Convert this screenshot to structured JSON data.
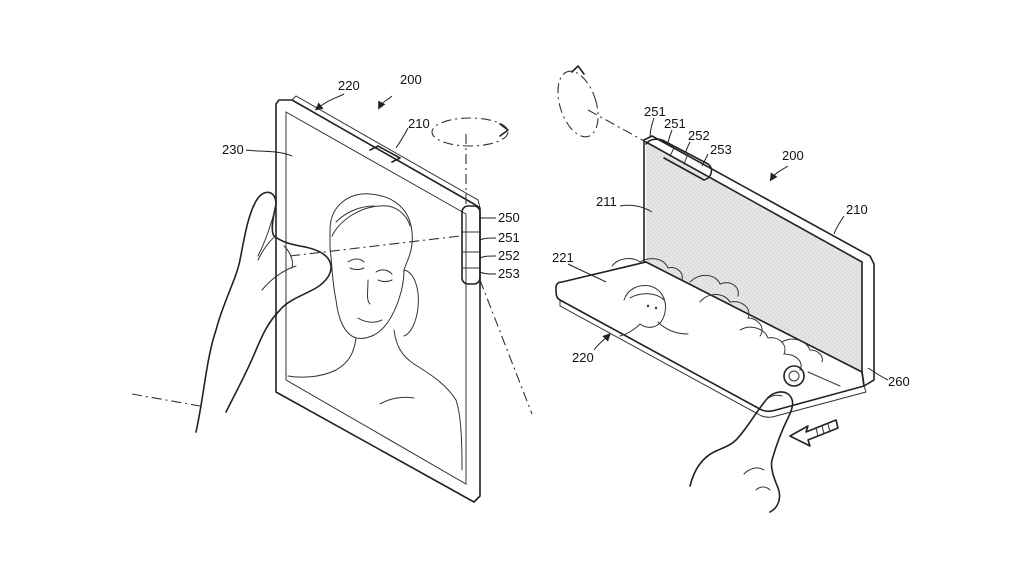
{
  "labels": {
    "left": {
      "device_ref": "200",
      "panel_top": "220",
      "hinge_ref": "210",
      "screen": "230",
      "h250": "250",
      "h251": "251",
      "h252": "252",
      "h253": "253"
    },
    "right": {
      "device_ref": "200",
      "h251a": "251",
      "h251b": "251",
      "h252": "252",
      "h253": "253",
      "panel_210": "210",
      "panel_211": "211",
      "panel_221": "221",
      "panel_220": "220",
      "sensor_260": "260"
    }
  }
}
